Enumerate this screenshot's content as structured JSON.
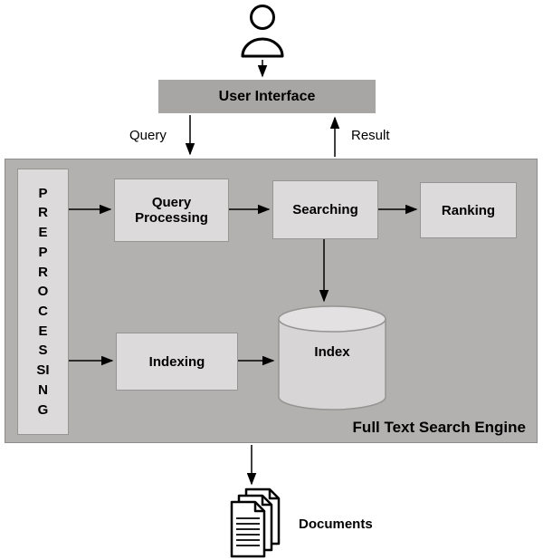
{
  "diagram": {
    "title": "Full Text Search Engine",
    "user_interface_label": "User Interface",
    "flow_labels": {
      "query": "Query",
      "result": "Result"
    },
    "preprocessing_label": "PREPROCESSING",
    "nodes": {
      "query_processing": "Query Processing",
      "searching": "Searching",
      "ranking": "Ranking",
      "indexing": "Indexing",
      "index": "Index"
    },
    "documents_label": "Documents",
    "icons": {
      "user": "user-icon",
      "documents": "documents-icon"
    },
    "colors": {
      "container_fill": "#b3b0b0",
      "node_fill": "#dcdada",
      "ui_bar_fill": "#a8a5a5",
      "cylinder_fill": "#d7d5d5",
      "arrow": "#000000",
      "background": "#ffffff"
    }
  }
}
